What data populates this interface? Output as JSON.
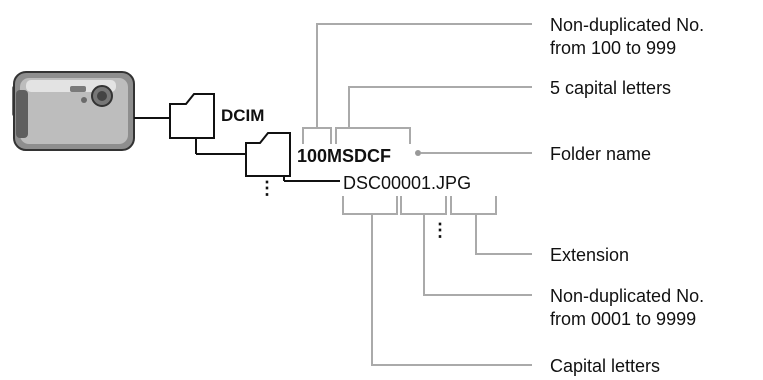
{
  "folders": {
    "root": "DCIM",
    "subfolder": "100MSDCF",
    "file": "DSC00001.JPG"
  },
  "callouts": {
    "folder_number_line1": "Non-duplicated No.",
    "folder_number_line2": "from 100 to 999",
    "folder_letters": "5 capital letters",
    "folder_name": "Folder name",
    "extension": "Extension",
    "file_number_line1": "Non-duplicated No.",
    "file_number_line2": "from 0001 to 9999",
    "file_letters": "Capital letters"
  },
  "ellipsis": "⋮",
  "colors": {
    "line": "#aaaaaa",
    "tree": "#111111",
    "text": "#111111"
  }
}
